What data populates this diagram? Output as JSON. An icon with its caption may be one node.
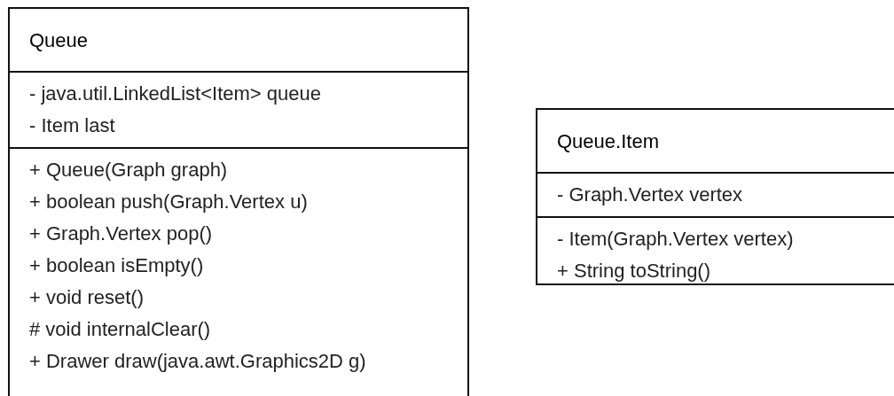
{
  "diagram": {
    "nodes": [
      {
        "text": [
          "Queue",
          "- java.util.LinkedList<Item> queue",
          "- Item last",
          "+ Queue(Graph graph)",
          "+ boolean push(Graph.Vertex u)",
          "+ Graph.Vertex pop()",
          "+ boolean isEmpty()",
          "+ void reset()",
          "# void internalClear()",
          "+ Drawer draw(java.awt.Graphics2D g)"
        ]
      },
      {
        "text": [
          "Queue.Item",
          "- Graph.Vertex vertex",
          "- Item(Graph.Vertex vertex)",
          "+ String toString()"
        ]
      }
    ]
  }
}
